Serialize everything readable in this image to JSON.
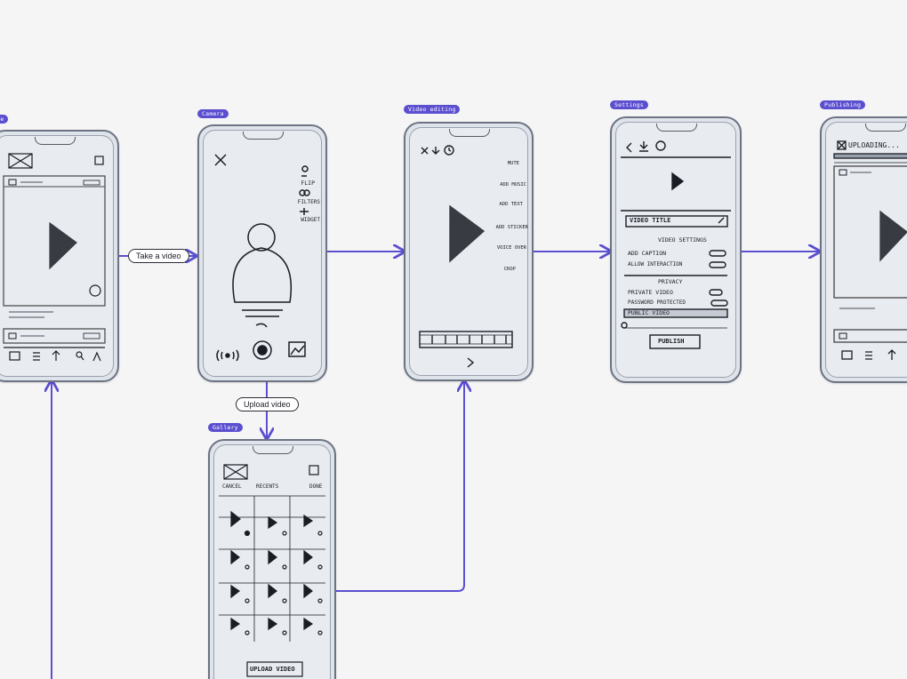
{
  "nodes": {
    "home": {
      "tag": "Home"
    },
    "camera": {
      "tag": "Camera",
      "side_labels": [
        "FLIP",
        "FILTERS",
        "WIDGET"
      ]
    },
    "editing": {
      "tag": "Video editing",
      "side_labels": [
        "MUTE",
        "ADD MUSIC",
        "ADD TEXT",
        "ADD STICKER",
        "VOICE OVER",
        "CROP"
      ]
    },
    "settings": {
      "tag": "Settings",
      "field": "VIDEO TITLE",
      "section1": "VIDEO SETTINGS",
      "opt1": "ADD CAPTION",
      "opt2": "ALLOW INTERACTION",
      "section2": "PRIVACY",
      "opt3": "PRIVATE VIDEO",
      "opt4": "PASSWORD PROTECTED",
      "opt5": "PUBLIC VIDEO",
      "cta": "PUBLISH"
    },
    "publishing": {
      "tag": "Publishing",
      "status": "UPLOADING..."
    },
    "gallery": {
      "tag": "Gallery",
      "cancel": "CANCEL",
      "recents": "RECENTS",
      "done": "DONE",
      "cta": "UPLOAD VIDEO"
    }
  },
  "edges": {
    "take": "Take a video",
    "upload": "Upload video"
  },
  "colors": {
    "accent": "#5b4fd0",
    "paper": "#dfe3ea",
    "ink": "#1a1d24",
    "canvas": "#f5f5f6"
  }
}
